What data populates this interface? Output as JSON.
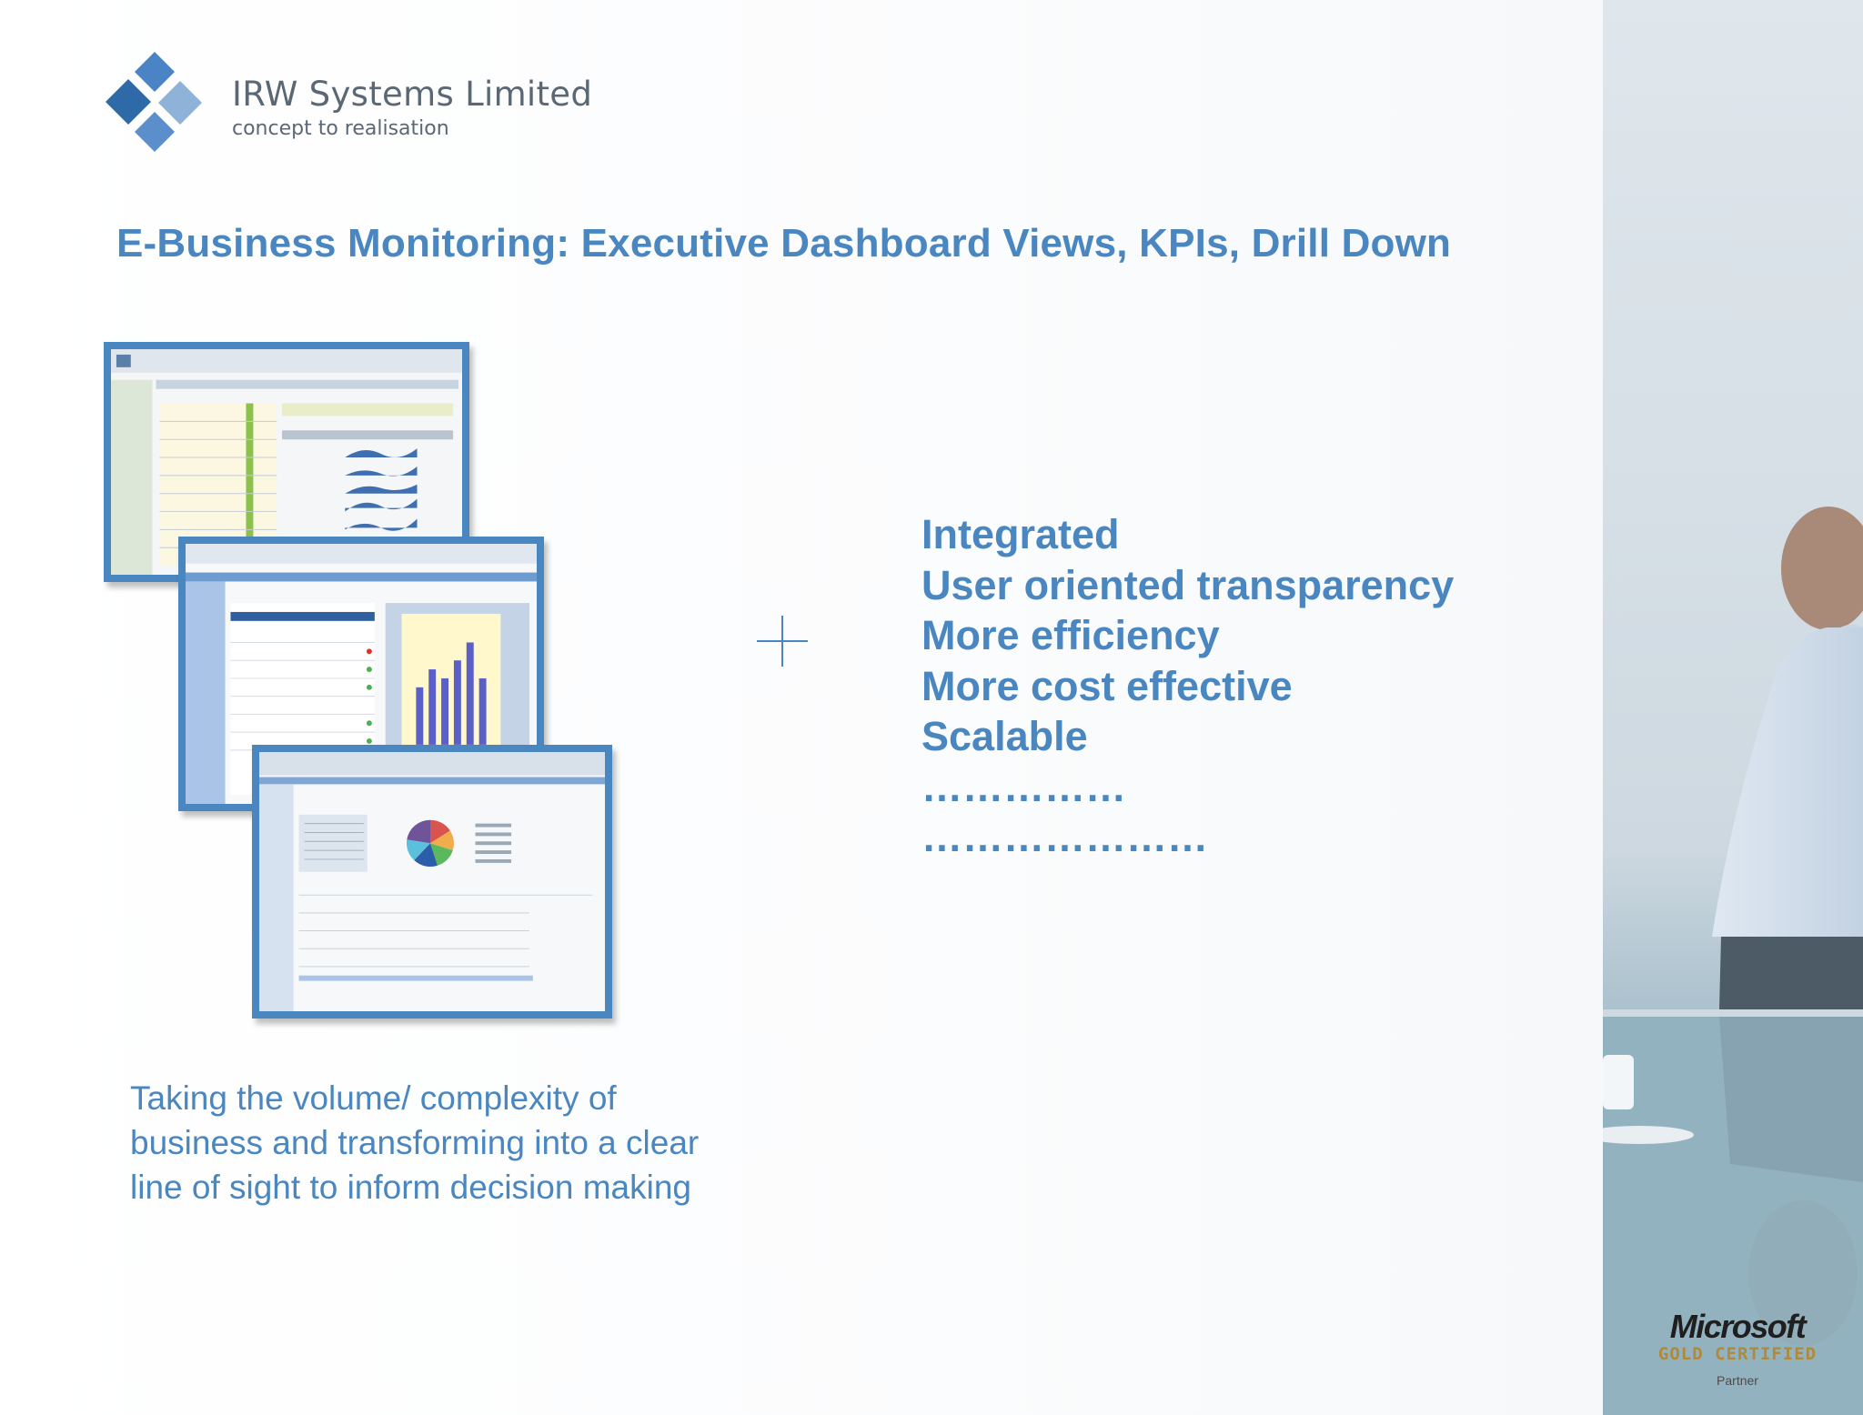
{
  "brand": {
    "name": "IRW Systems Limited",
    "tagline": "concept to realisation"
  },
  "title": "E-Business Monitoring: Executive Dashboard Views, KPIs, Drill Down",
  "plus_symbol": "+",
  "bullets": [
    "Integrated",
    "User oriented transparency",
    "More efficiency",
    "More cost effective",
    "Scalable",
    "……………",
    "…………………"
  ],
  "caption": "Taking the volume/ complexity of business and transforming into a clear line of sight to inform decision making",
  "partner_badge": {
    "logo": "Microsoft",
    "level": "GOLD CERTIFIED",
    "role": "Partner"
  },
  "colors": {
    "accent": "#4a86c0",
    "brand_gray": "#5a6876",
    "logo_dark": "#2e6aa8",
    "logo_light": "#8fb2d8",
    "gold": "#b08a3a"
  },
  "icons": [
    "irw-logo-icon",
    "plus-icon"
  ]
}
